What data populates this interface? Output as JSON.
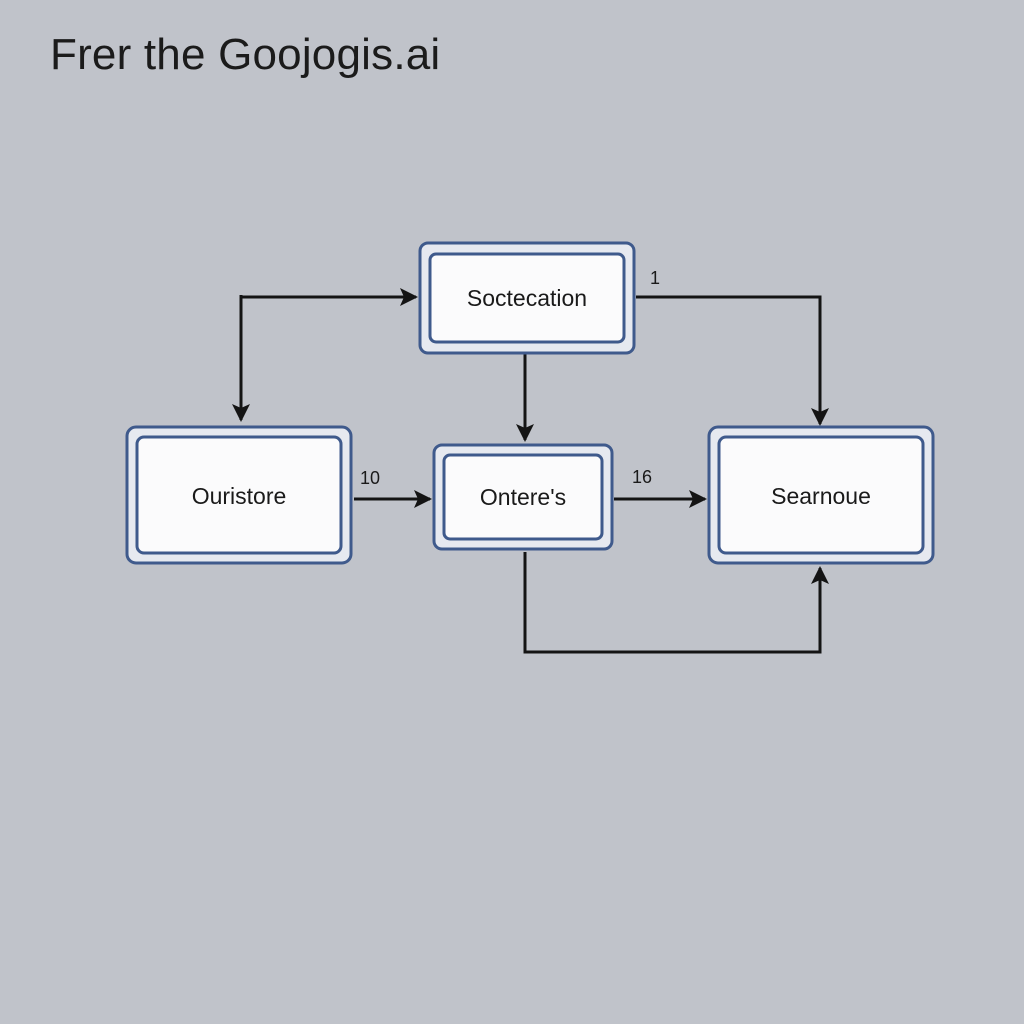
{
  "title": "Frer the Goojogis.ai",
  "nodes": {
    "soctecation": "Soctecation",
    "ouristore": "Ouristore",
    "onteres": "Ontere's",
    "searnoue": "Searnoue"
  },
  "edge_labels": {
    "soctecation_to_searnoue": "1",
    "ouristore_to_onteres": "10",
    "onteres_to_searnoue": "16"
  },
  "colors": {
    "background": "#c0c3ca",
    "node_border": "#3f5a8c",
    "node_fill": "#fbfbfc",
    "arrow": "#141414"
  }
}
